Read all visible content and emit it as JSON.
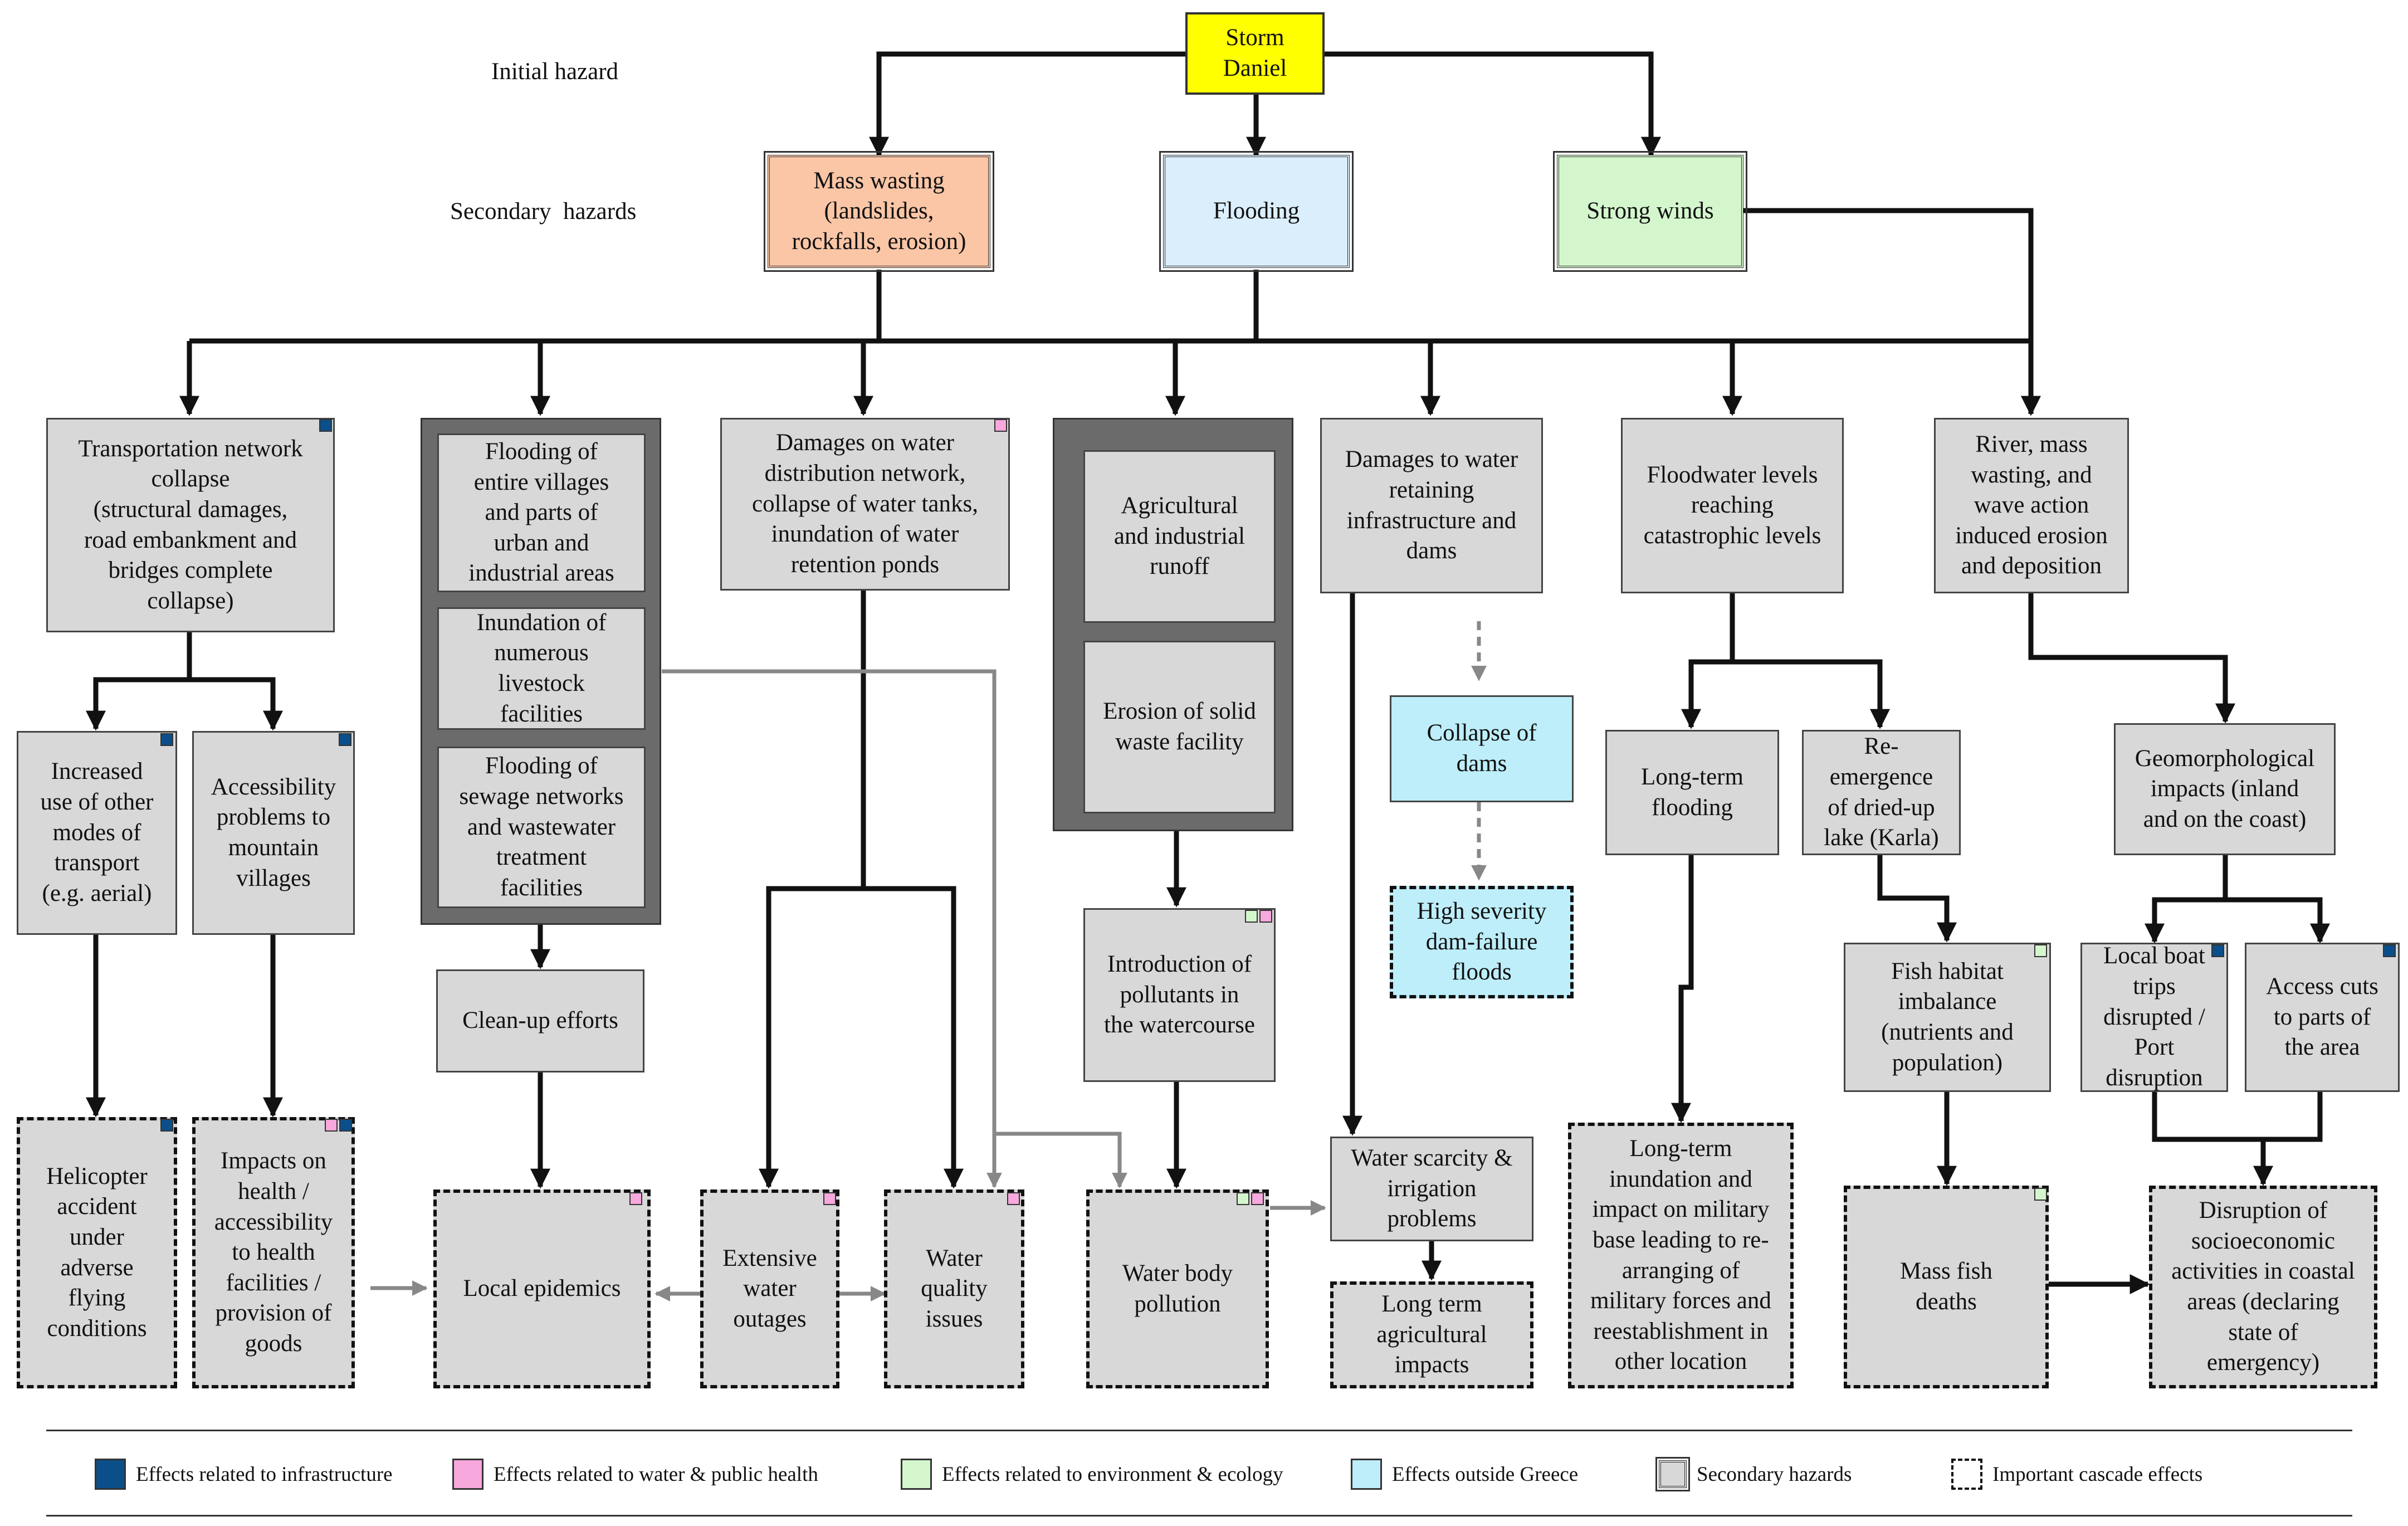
{
  "labels": {
    "initial": "Initial hazard",
    "secondary": "Secondary  hazards"
  },
  "nodes": {
    "storm": "Storm\nDaniel",
    "mass": "Mass wasting\n(landslides,\nrockfalls, erosion)",
    "flooding": "Flooding",
    "winds": "Strong winds",
    "transport": "Transportation network\ncollapse\n(structural damages,\nroad embankment and\nbridges complete\ncollapse)",
    "villages": "Flooding of\nentire villages\nand parts of\nurban and\nindustrial areas",
    "livestock": "Inundation of\nnumerous\nlivestock\nfacilities",
    "sewage": "Flooding of\nsewage networks\nand wastewater\ntreatment\nfacilities",
    "waternet": "Damages on water\ndistribution network,\ncollapse of water tanks,\ninundation of water\nretention ponds",
    "agri": "Agricultural\nand industrial\nrunoff",
    "waste": "Erosion of solid\nwaste facility",
    "retaining": "Damages to water\nretaining\ninfrastructure and\ndams",
    "floodlevels": "Floodwater levels\nreaching\ncatastrophic levels",
    "erosion": "River, mass\nwasting, and\nwave action\ninduced erosion\nand deposition",
    "aerial": "Increased\nuse of other\nmodes of\ntransport\n(e.g. aerial)",
    "access": "Accessibility\nproblems to\nmountain\nvillages",
    "cleanup": "Clean-up efforts",
    "pollutants": "Introduction of\npollutants in\nthe watercourse",
    "collapse_dams": "Collapse of\ndams",
    "dam_floods": "High severity\ndam-failure\nfloods",
    "longflood": "Long-term\nflooding",
    "karla": "Re-\nemergence\nof dried-up\nlake (Karla)",
    "geomorph": "Geomorphological\nimpacts (inland\nand on the coast)",
    "fish": "Fish habitat\nimbalance\n(nutrients and\npopulation)",
    "boat": "Local boat\ntrips\ndisrupted /\nPort\ndisruption",
    "cuts": "Access cuts\nto parts of\nthe area",
    "helicopter": "Helicopter\naccident\nunder\nadverse\nflying\nconditions",
    "health": "Impacts on\nhealth /\naccessibility\nto health\nfacilities /\nprovision of\ngoods",
    "epidemics": "Local epidemics",
    "outages": "Extensive\nwater\noutages",
    "quality": "Water\nquality\nissues",
    "pollution": "Water body\npollution",
    "scarcity": "Water scarcity &\nirrigation\nproblems",
    "agri_impacts": "Long term\nagricultural\nimpacts",
    "military": "Long-term\ninundation and\nimpact on military\nbase leading to re-\narranging of\nmilitary forces and\nreestablishment in\nother location",
    "fishdeaths": "Mass fish\ndeaths",
    "socio": "Disruption of\nsocioeconomic\nactivities in coastal\nareas (declaring\nstate of\nemergency)"
  },
  "legend": [
    {
      "label": "Effects related to infrastructure",
      "color": "#0b4f8a"
    },
    {
      "label": "Effects related to water & public health",
      "color": "#f7a8dc"
    },
    {
      "label": "Effects related to environment & ecology",
      "color": "#d4f6cd"
    },
    {
      "label": "Effects outside Greece",
      "color": "#bdeefa"
    },
    {
      "label": "Secondary hazards",
      "color": "#d8d8d8"
    },
    {
      "label": "Important cascade effects",
      "color": "#ffffff"
    }
  ],
  "colors": {
    "initial": "#ffff00",
    "mass_wasting": "#fbc6a6",
    "flooding": "#dbeefc",
    "winds": "#d4f6cd",
    "node": "#d8d8d8",
    "panel": "#6b6b6b"
  }
}
